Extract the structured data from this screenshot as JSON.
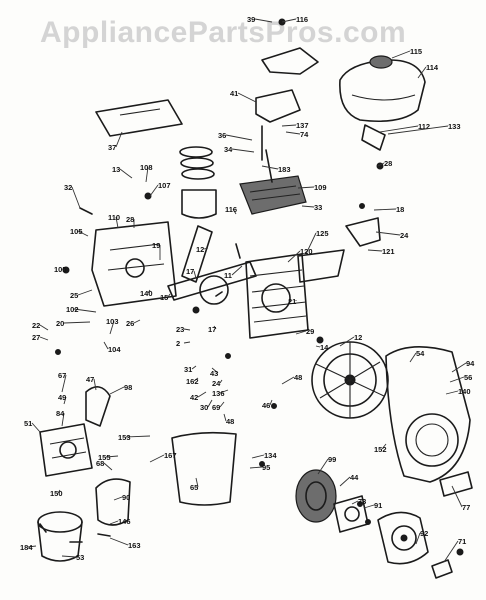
{
  "watermark": "AppliancePartsPros.com",
  "callouts": [
    "39",
    "116",
    "115",
    "114",
    "41",
    "137",
    "112",
    "133",
    "74",
    "36",
    "34",
    "37",
    "183",
    "13",
    "108",
    "107",
    "109",
    "33",
    "32",
    "28",
    "116",
    "18",
    "105",
    "24",
    "110",
    "28",
    "19",
    "12",
    "17",
    "11",
    "125",
    "120",
    "121",
    "105",
    "25",
    "140",
    "15",
    "20",
    "22",
    "27",
    "103",
    "104",
    "26",
    "102",
    "21",
    "23",
    "2",
    "17",
    "29",
    "14",
    "12",
    "31",
    "162",
    "43",
    "42",
    "30",
    "24",
    "136",
    "54",
    "94",
    "56",
    "140",
    "69",
    "48",
    "48",
    "46",
    "67",
    "49",
    "47",
    "98",
    "51",
    "84",
    "152",
    "150",
    "153",
    "155",
    "167",
    "68",
    "65",
    "134",
    "95",
    "44",
    "77",
    "71",
    "73",
    "91",
    "92",
    "90",
    "146",
    "53",
    "163",
    "184",
    "99"
  ]
}
